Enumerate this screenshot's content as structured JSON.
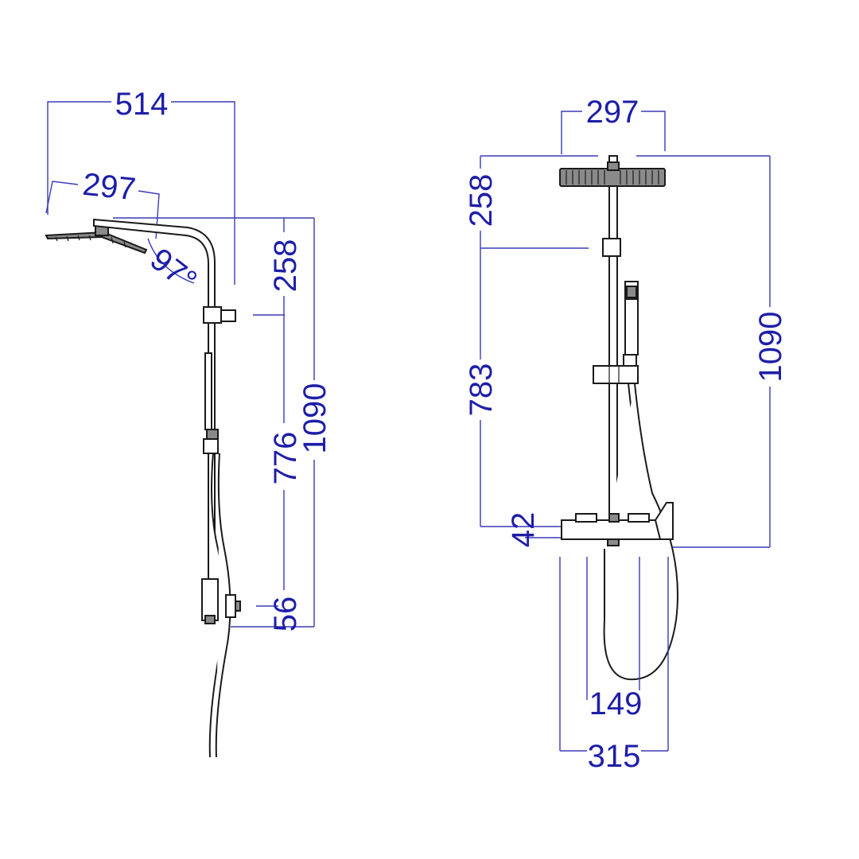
{
  "side_view": {
    "dims": {
      "width_total": "514",
      "head_width": "297",
      "angle": "97°",
      "arm_height": "258",
      "bar_height": "776",
      "total_height": "1090",
      "bottom_offset": "56"
    }
  },
  "front_view": {
    "dims": {
      "head_width": "297",
      "head_to_holder": "258",
      "bar_height": "783",
      "total_height": "1090",
      "valve_height": "42",
      "valve_depth": "149",
      "valve_width": "315"
    }
  },
  "colors": {
    "dimension": "#1e1ea8",
    "outline": "#1a1a1a"
  }
}
